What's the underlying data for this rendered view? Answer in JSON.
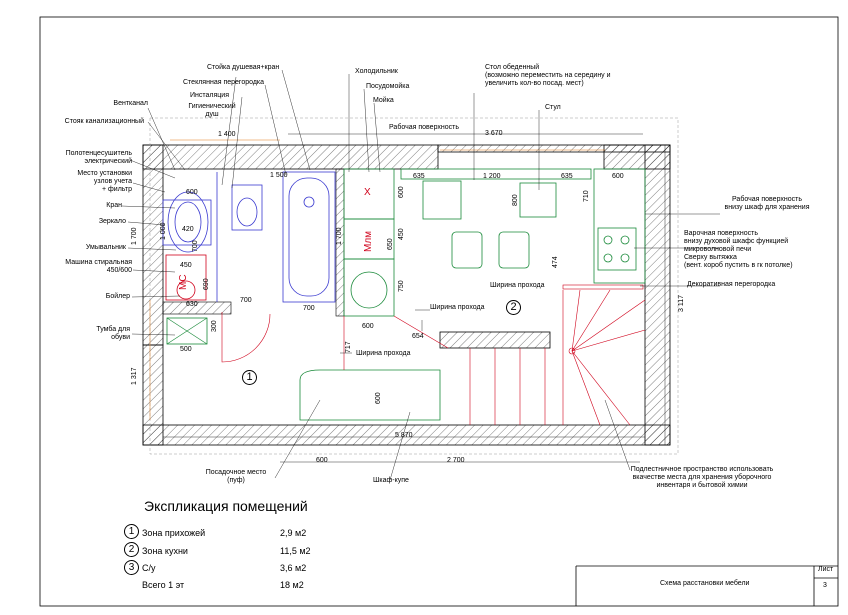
{
  "labels": {
    "ventkanal": "Вентканал",
    "stoyak": "Стояк канализационный",
    "polotentse": "Полотенцесушитель\nэлектрический",
    "mesto": "Место установки\nузлов учета\n+ фильтр",
    "kran": "Кран",
    "zerkalo": "Зеркало",
    "umyvalnik": "Умывальник",
    "mashina": "Машина стиральная\n450/600",
    "boyler": "Бойлер",
    "tumba": "Тумба для\nобуви",
    "stoyka": "Стойка душевая+кран",
    "steklyannaya": "Стеклянная перегородка",
    "installyatsiya": "Инсталяция",
    "gigien": "Гигиенический\nдуш",
    "holodilnik": "Холодильник",
    "posudomoyka": "Посудомойка",
    "moyka": "Мойка",
    "rabochaya": "Рабочая поверхность",
    "stol": "Стол обеденный\n(возможно переместить на середину и\nувеличить кол-во посад. мест)",
    "stul": "Стул",
    "rab_vnizu": "Рабочая поверхность\nвнизу шкаф для хранения",
    "varochnaya": "Варочная поверхность\nвнизу духовой шкафс функцией\nмикроволновой печи\nСверху вытяжка\n(вент. короб пустить в гк потолке)",
    "dekor": "Декоративная перегородка",
    "shirina1": "Ширина прохода",
    "shirina2": "Ширина прохода",
    "shirina3": "Ширина прохода",
    "posad": "Посадочное место\n(пуф)",
    "shkaf": "Шкаф-купе",
    "podlest": "Подлестничное пространство использовать\nвкачестве места для хранения уборочного\nинвентаря и бытовой химии"
  },
  "equipment": {
    "x_mark": "Х",
    "mlm": "Млм",
    "ms": "МС"
  },
  "dims": {
    "d1400": "1 400",
    "d3670": "3 670",
    "d1500": "1 500",
    "d600a": "600",
    "d635a": "635",
    "d1200": "1 200",
    "d635b": "635",
    "d600b": "600",
    "d420": "420",
    "d1000": "1 000",
    "d700a": "700",
    "d450": "450",
    "d690": "690",
    "d630": "630",
    "d1700a": "1 700",
    "d1700b": "1 700",
    "d700b": "700",
    "d700c": "700",
    "d600c": "600",
    "d450b": "450",
    "d650": "650",
    "d750": "750",
    "d800": "800",
    "d710": "710",
    "d600d": "600",
    "d300": "300",
    "d500": "500",
    "d600e": "600",
    "d717": "717",
    "d654": "654",
    "d474": "474",
    "d600f": "600",
    "d1317": "1 317",
    "d3117": "3 117",
    "d5870": "5 870",
    "d600g": "600",
    "d2700": "2 700"
  },
  "zones": {
    "z1": "1",
    "z2": "2"
  },
  "explication": {
    "title": "Экспликация помещений",
    "rows": [
      {
        "num": "1",
        "name": "Зона прихожей",
        "area": "2,9 м2"
      },
      {
        "num": "2",
        "name": "Зона кухни",
        "area": "11,5 м2"
      },
      {
        "num": "3",
        "name": "С/у",
        "area": "3,6 м2"
      }
    ],
    "total_label": "Всего 1 эт",
    "total_area": "18 м2"
  },
  "title_block": {
    "title": "Схема расстановки мебели",
    "sheet_label": "Лист",
    "sheet_num": "3"
  },
  "colors": {
    "wall": "#000000",
    "furniture": "#1a8a3a",
    "plumbing": "#3a3ad0",
    "red": "#d0021b",
    "orange": "#e07b1a"
  }
}
